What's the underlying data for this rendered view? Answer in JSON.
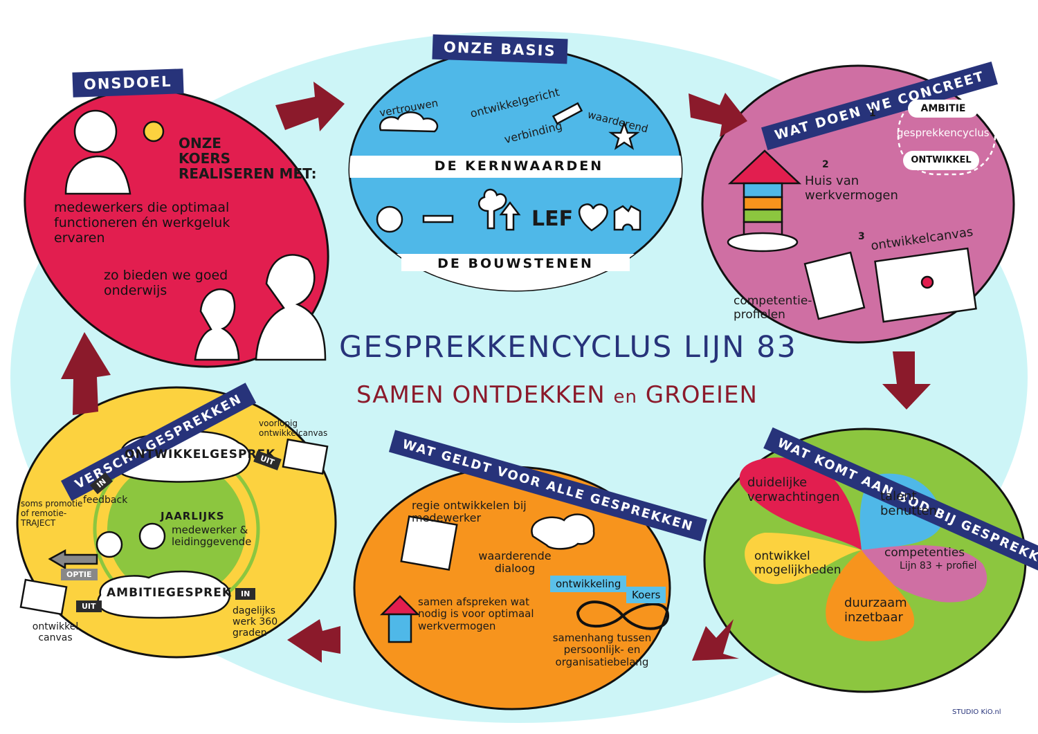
{
  "title": "GESPREKKENCYCLUS LIJN 83",
  "subtitle_left": "SAMEN ONTDEKKEN",
  "subtitle_mid": "en",
  "subtitle_right": "GROEIEN",
  "credit": "STUDIO KiO.nl",
  "colors": {
    "background_oval": "#cdf5f7",
    "doel": "#e21e4f",
    "basis": "#4fb8e8",
    "concreet": "#cf6fa3",
    "aanbod": "#8cc63f",
    "alle": "#f7941d",
    "verschil": "#fcd23f",
    "banner": "#27337a",
    "arrow": "#8b1a2b"
  },
  "ons_doel": {
    "banner": "ONSDOEL",
    "koers_line1": "ONZE",
    "koers_line2": "KOERS",
    "koers_line3": "REALISEREN MET:",
    "medewerkers": "medewerkers die optimaal functioneren én werkgeluk ervaren",
    "onderwijs": "zo bieden we goed onderwijs"
  },
  "onze_basis": {
    "banner": "ONZE BASIS",
    "vertrouwen": "vertrouwen",
    "ontwikkelgericht": "ontwikkelgericht",
    "verbinding": "verbinding",
    "waarderend": "waarderend",
    "kernwaarden": "DE KERNWAARDEN",
    "lef": "LEF",
    "bouwstenen": "DE BOUWSTENEN"
  },
  "wat_doen": {
    "banner": "WAT DOEN WE CONCREET",
    "n1": "1",
    "ambitie": "AMBITIE",
    "gesprekkencyclus": "gesprekkencyclus",
    "ontwikkel": "ONTWIKKEL",
    "n2": "2",
    "huis": "Huis van werkvermogen",
    "n3": "3",
    "ontwikkelcanvas": "ontwikkelcanvas",
    "competentie": "competentie-profielen"
  },
  "aanbod": {
    "banner": "WAT KOMT AAN BOD BIJ GESPREKKEN",
    "verwachtingen": "duidelijke verwachtingen",
    "talent": "talent benutten",
    "mogelijkheden": "ontwikkel mogelijkheden",
    "competenties_a": "competenties",
    "competenties_b": "Lijn 83 + profiel",
    "duurzaam": "duurzaam inzetbaar"
  },
  "alle_gesprekken": {
    "banner": "WAT GELDT VOOR ALLE GESPREKKEN",
    "regie": "regie ontwikkelen bij medewerker",
    "dialoog": "waarderende dialoog",
    "ontwikkeling": "ontwikkeling",
    "koers": "Koers",
    "samen": "samen afspreken wat nodig is voor optimaal werkvermogen",
    "samenhang": "samenhang tussen persoonlijk- en organisatiebelang"
  },
  "verschil": {
    "banner": "VERSCHILGESPREKKEN",
    "ontwikkelgesprek": "ONTWIKKELGESPREK",
    "voorlopig": "voorlopig ontwikkelcanvas",
    "uit": "UIT",
    "in": "IN",
    "feedback": "feedback",
    "soms": "soms promotie of remotie-TRAJECT",
    "optie": "OPTIE",
    "jaarlijks": "JAARLIJKS",
    "medewerker": "medewerker & leidinggevende",
    "ambitiegesprek": "AMBITIEGESPREK",
    "ontwikkel_canvas": "ontwikkel canvas",
    "dagelijks": "dagelijks werk 360 graden"
  }
}
